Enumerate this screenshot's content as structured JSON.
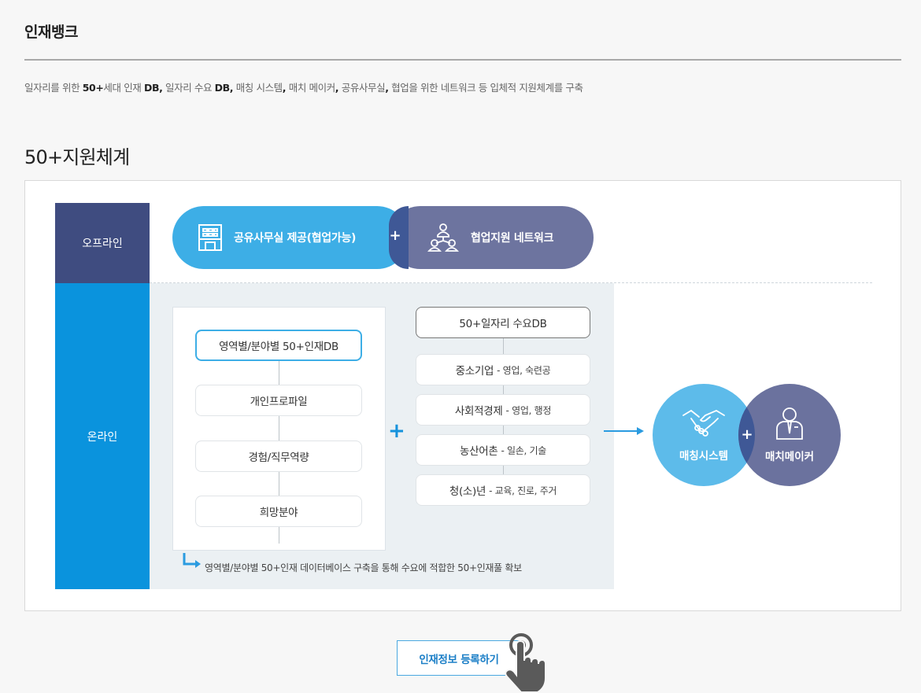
{
  "page": {
    "title": "인재뱅크",
    "description_parts": [
      {
        "text": "일자리를 위한 ",
        "bold": false
      },
      {
        "text": "50+",
        "bold": true
      },
      {
        "text": "세대 인재 ",
        "bold": false
      },
      {
        "text": "DB,",
        "bold": true
      },
      {
        "text": " 일자리 수요 ",
        "bold": false
      },
      {
        "text": "DB,",
        "bold": true
      },
      {
        "text": " 매칭 시스템",
        "bold": false
      },
      {
        "text": ",",
        "bold": true
      },
      {
        "text": " 매치 메이커",
        "bold": false
      },
      {
        "text": ",",
        "bold": true
      },
      {
        "text": " 공유사무실",
        "bold": false
      },
      {
        "text": ",",
        "bold": true
      },
      {
        "text": " 협업을 위한 네트워크 등 입체적 지원체계를 구축",
        "bold": false
      }
    ],
    "section_title": "50+지원체계"
  },
  "diagram": {
    "rows": {
      "offline_label": "오프라인",
      "online_label": "온라인"
    },
    "offline": {
      "shared_office": {
        "label": "공유사무실 제공(협업가능)",
        "icon": "building-icon"
      },
      "plus": "+",
      "network": {
        "label": "협업지원 네트워크",
        "icon": "network-people-icon"
      }
    },
    "talent_db": {
      "nodes": [
        "영역별/분야별 50+인재DB",
        "개인프로파일",
        "경험/직무역량",
        "희망분야"
      ]
    },
    "plus_symbol": "+",
    "jobs_db": {
      "head": "50+일자리 수요DB",
      "nodes": [
        {
          "main": "중소기업",
          "sub": "- 영업, 숙련공"
        },
        {
          "main": "사회적경제",
          "sub": "- 영업, 행정"
        },
        {
          "main": "농산어촌",
          "sub": "- 일손, 기술"
        },
        {
          "main": "청(소)년",
          "sub": " - 교육, 진로, 주거"
        }
      ]
    },
    "footnote": "영역별/분야별 50+인재 데이터베이스 구축을 통해 수요에 적합한 50+인재풀 확보",
    "matching": {
      "system": {
        "label": "매칭시스템",
        "icon": "handshake-icon"
      },
      "plus": "+",
      "maker": {
        "label": "매치메이커",
        "icon": "person-tie-icon"
      }
    },
    "colors": {
      "offline_navy": "#3f4c80",
      "online_blue": "#0a93dd",
      "pill_blue": "#3daee6",
      "pill_purple": "#6b729e",
      "online_bg": "#ebf0f3"
    }
  },
  "cta": {
    "label": "인재정보 등록하기",
    "icon": "hand-pointer-icon"
  }
}
